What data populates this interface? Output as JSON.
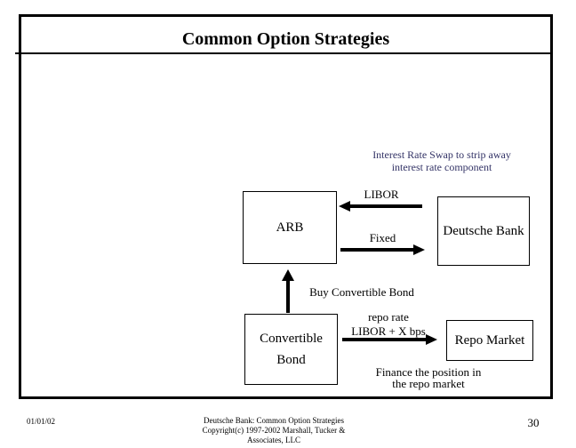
{
  "slide": {
    "title": "Common Option Strategies",
    "date": "01/01/02",
    "page_number": "30",
    "footer_lines": {
      "line1": "Deutsche Bank: Common Option Strategies",
      "line2": "Copyright(c) 1997-2002 Marshall, Tucker &",
      "line3": "Associates, LLC"
    }
  },
  "diagram": {
    "swap_note": {
      "line1": "Interest Rate Swap to strip away",
      "line2": "interest rate component",
      "color": "#333366"
    },
    "boxes": {
      "arb": "ARB",
      "deutsche_bank": "Deutsche Bank",
      "convertible_line1": "Convertible",
      "convertible_line2": "Bond",
      "repo_market": "Repo Market"
    },
    "labels": {
      "libor": "LIBOR",
      "fixed": "Fixed",
      "buy_convertible": "Buy Convertible Bond",
      "repo_rate": "repo rate",
      "libor_x_bps": "LIBOR + X bps",
      "finance_line1": "Finance the position in",
      "finance_line2": "the repo market"
    },
    "arrows": {
      "libor_arrow_direction": "left",
      "fixed_arrow_direction": "right",
      "buy_arrow_direction": "up",
      "repo_arrow_direction": "right",
      "color": "#000000"
    }
  }
}
